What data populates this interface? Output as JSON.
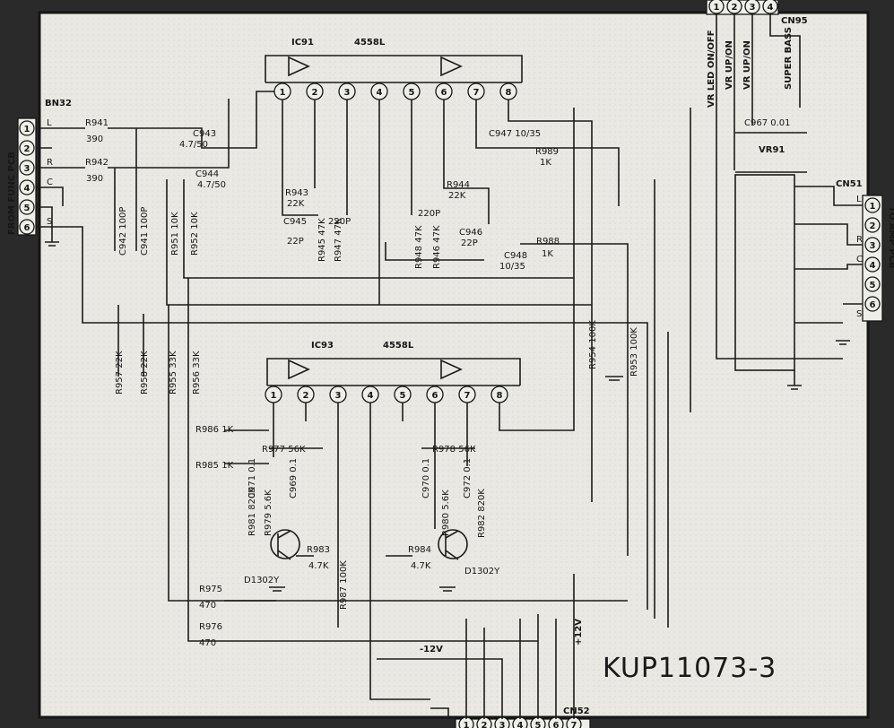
{
  "sheet_code": "KUP11073-3",
  "ic": [
    {
      "ref": "IC91",
      "part": "4558L"
    },
    {
      "ref": "IC93",
      "part": "4558L"
    }
  ],
  "ic_pins": [
    "1",
    "2",
    "3",
    "4",
    "5",
    "6",
    "7",
    "8"
  ],
  "connectors": {
    "bn32": {
      "ref": "BN32",
      "side_label": "FROM FUNC PCB",
      "pins": [
        "1",
        "2",
        "3",
        "4",
        "5",
        "6"
      ],
      "signals": [
        "L",
        "R",
        "C",
        "S"
      ]
    },
    "cn51": {
      "ref": "CN51",
      "side_label": "TO AMP PCB",
      "pins": [
        "1",
        "2",
        "3",
        "4",
        "5",
        "6"
      ],
      "signals": [
        "L",
        "R",
        "C",
        "S"
      ]
    },
    "cn95": {
      "ref": "CN95",
      "pins": [
        "1",
        "2",
        "3",
        "4"
      ],
      "signals": [
        "VR LED ON/OFF",
        "VR UP/ON",
        "VR UP/ON",
        "SUPER BASS"
      ]
    },
    "cn52": {
      "ref": "CN52",
      "pins": [
        "1",
        "2",
        "3",
        "4",
        "5",
        "6",
        "7"
      ]
    }
  },
  "supply": {
    "neg": "-12V",
    "pos": "+12V"
  },
  "vr": "VR91",
  "parts": {
    "r941": {
      "ref": "R941",
      "val": "390"
    },
    "r942": {
      "ref": "R942",
      "val": "390"
    },
    "c943": {
      "ref": "C943",
      "val": "4.7/50"
    },
    "c944": {
      "ref": "C944",
      "val": "4.7/50"
    },
    "c942": "C942 100P",
    "c941": "C941 100P",
    "r951": "R951 10K",
    "r952": "R952 10K",
    "r943": {
      "ref": "R943",
      "val": "22K"
    },
    "c945": {
      "ref": "C945",
      "val": "22P"
    },
    "c220a": "220P",
    "r945": "R945 47K",
    "r947": "R947 47K",
    "r944": {
      "ref": "R944",
      "val": "22K"
    },
    "c220b": "220P",
    "c946": {
      "ref": "C946",
      "val": "22P"
    },
    "r948": "R948 47K",
    "r946": "R946 47K",
    "c947": "C947 10/35",
    "r989": {
      "ref": "R989",
      "val": "1K"
    },
    "c948": {
      "ref": "C948",
      "val": "10/35"
    },
    "r988": {
      "ref": "R988",
      "val": "1K"
    },
    "r954": "R954 100K",
    "r953": "R953 100K",
    "c967": "C967 0.01",
    "r957": "R957 22K",
    "r958": "R958 22K",
    "r955": "R955 33K",
    "r956": "R956 33K",
    "r986": "R986 1K",
    "r985": "R985 1K",
    "r977": "R977 56K",
    "r978": "R978 56K",
    "c971": "C971 0.1",
    "c969": "C969 0.1",
    "c970": "C970 0.1",
    "c972": "C972 0.1",
    "r981": "R981 820K",
    "r979": "R979 5.6K",
    "r980": "R980 5.6K",
    "r982": "R982 820K",
    "r983": {
      "ref": "R983",
      "val": "4.7K"
    },
    "r984": {
      "ref": "R984",
      "val": "4.7K"
    },
    "q1": "D1302Y",
    "q2": "D1302Y",
    "r987": "R987 100K",
    "r975": {
      "ref": "R975",
      "val": "470"
    },
    "r976": {
      "ref": "R976",
      "val": "470"
    }
  }
}
